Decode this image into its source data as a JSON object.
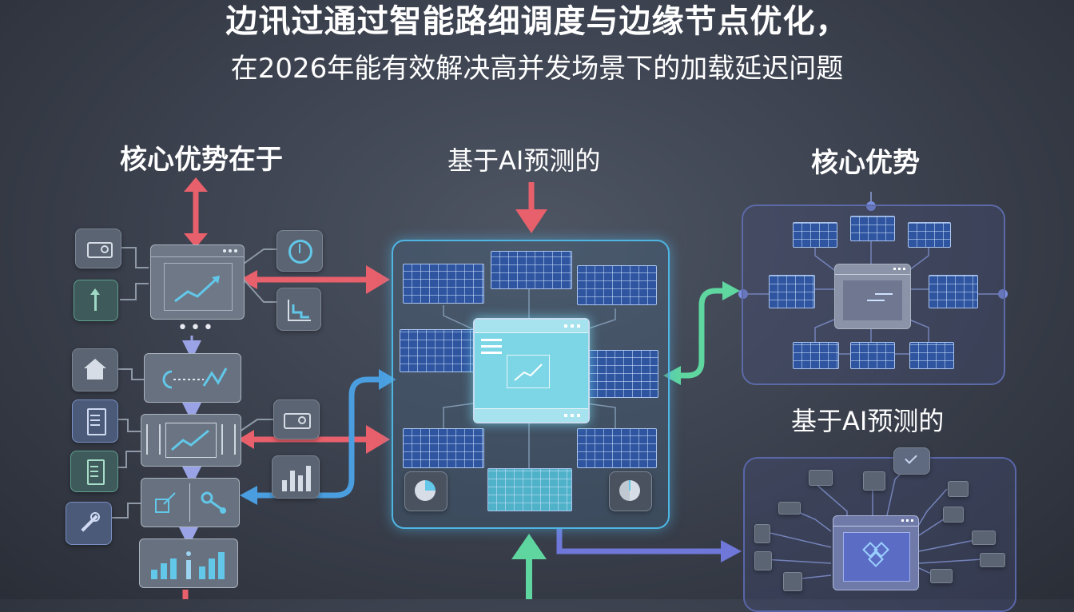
{
  "title_line1": "边讯过通过智能路细调度与边缘节点优化，",
  "title_line2": "在2026年能有效解决高并发场景下的加载延迟问题",
  "labels": {
    "left_heading": "核心优势在于",
    "center_heading": "基于AI预测的",
    "right_heading": "核心优势",
    "right_middle": "基于AI预测的"
  },
  "colors": {
    "arrow_red": "#e8606b",
    "arrow_blue": "#4a9ee0",
    "arrow_green": "#5fd6a0",
    "arrow_purple": "#6f78d8",
    "panel_border": "#4fb6e4"
  },
  "icons": {
    "left_column": [
      "camera-icon",
      "upload-icon",
      "home-icon",
      "document-icon",
      "clipboard-icon",
      "tool-icon"
    ],
    "left_right_column": [
      "clock-icon",
      "chart-icon",
      "camera-icon",
      "bar-chart-icon"
    ],
    "flow_nodes": [
      "trend-chart-window",
      "data-flow",
      "control-panel",
      "analytics-split",
      "bar-chart"
    ]
  }
}
